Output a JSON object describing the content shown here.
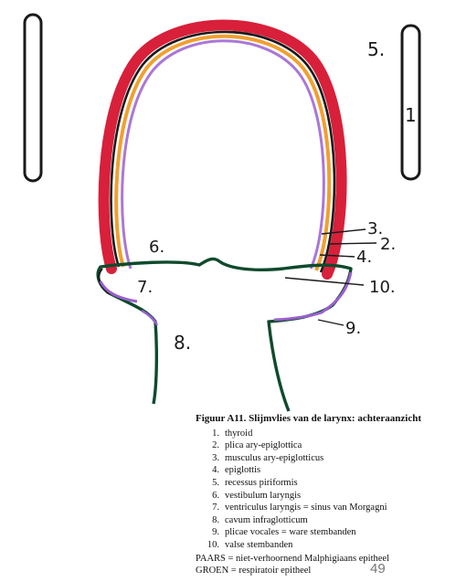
{
  "labels": {
    "l1": "1.",
    "l2": "2.",
    "l3": "3.",
    "l4": "4.",
    "l5": "5.",
    "l6": "6.",
    "l7": "7.",
    "l8": "8.",
    "l9": "9.",
    "l10": "10."
  },
  "caption": {
    "title": "Figuur A11. Slijmvlies van de larynx: achteraanzicht",
    "items": [
      {
        "num": "1.",
        "text": "thyroid"
      },
      {
        "num": "2.",
        "text": "plica ary-epiglottica"
      },
      {
        "num": "3.",
        "text": "musculus ary-epiglotticus"
      },
      {
        "num": "4.",
        "text": "epiglottis"
      },
      {
        "num": "5.",
        "text": "recessus piriformis"
      },
      {
        "num": "6.",
        "text": "vestibulum laryngis"
      },
      {
        "num": "7.",
        "text": "ventriculus laryngis = sinus van Morgagni"
      },
      {
        "num": "8.",
        "text": "cavum infraglotticum"
      },
      {
        "num": "9.",
        "text": "plicae vocales = ware stembanden"
      },
      {
        "num": "10.",
        "text": "valse stembanden"
      }
    ]
  },
  "legend": {
    "purple": "PAARS = niet-verhoornend Malphigiaans epitheel",
    "green": "GROEN = respiratoir epitheel"
  },
  "page_number": "49",
  "colors": {
    "red": "#d8203a",
    "orange": "#f0a030",
    "purple": "#9b5fd0",
    "green": "#0f4a2c",
    "outline": "#1a1a1a"
  }
}
